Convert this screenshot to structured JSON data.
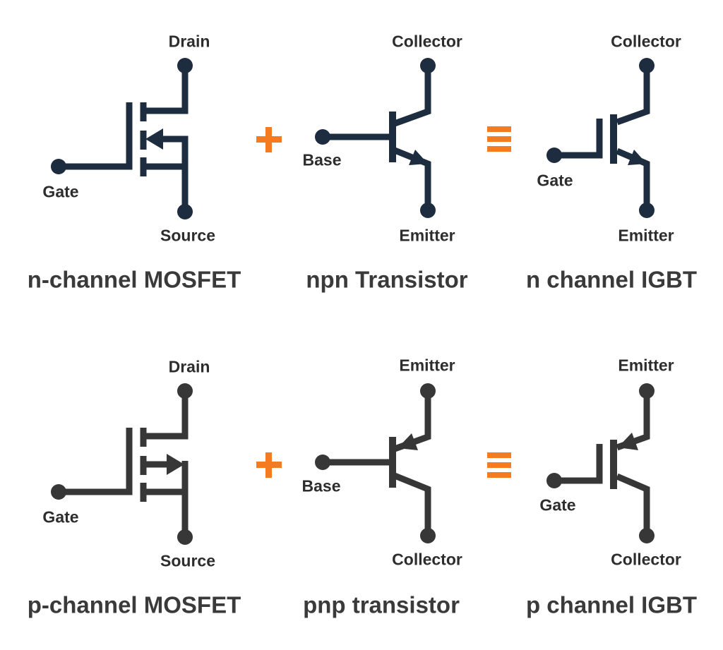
{
  "colors": {
    "background": "#ffffff",
    "symbol_top": "#1e2c3f",
    "symbol_bottom": "#373737",
    "operator": "#f47b20",
    "terminal_text": "#2d2d2d",
    "caption_text": "#3a3a3a"
  },
  "operators": {
    "plus": "+",
    "equivalence": "≡"
  },
  "rows": [
    {
      "mosfet": {
        "caption": "n-channel MOSFET",
        "terminals": {
          "top": "Drain",
          "left": "Gate",
          "bottom": "Source"
        }
      },
      "bjt": {
        "caption": "npn Transistor",
        "terminals": {
          "top": "Collector",
          "left": "Base",
          "bottom": "Emitter"
        }
      },
      "igbt": {
        "caption": "n channel IGBT",
        "terminals": {
          "top": "Collector",
          "left": "Gate",
          "bottom": "Emitter"
        }
      }
    },
    {
      "mosfet": {
        "caption": "p-channel MOSFET",
        "terminals": {
          "top": "Drain",
          "left": "Gate",
          "bottom": "Source"
        }
      },
      "bjt": {
        "caption": "pnp transistor",
        "terminals": {
          "top": "Emitter",
          "left": "Base",
          "bottom": "Collector"
        }
      },
      "igbt": {
        "caption": "p channel IGBT",
        "terminals": {
          "top": "Emitter",
          "left": "Gate",
          "bottom": "Collector"
        }
      }
    }
  ]
}
